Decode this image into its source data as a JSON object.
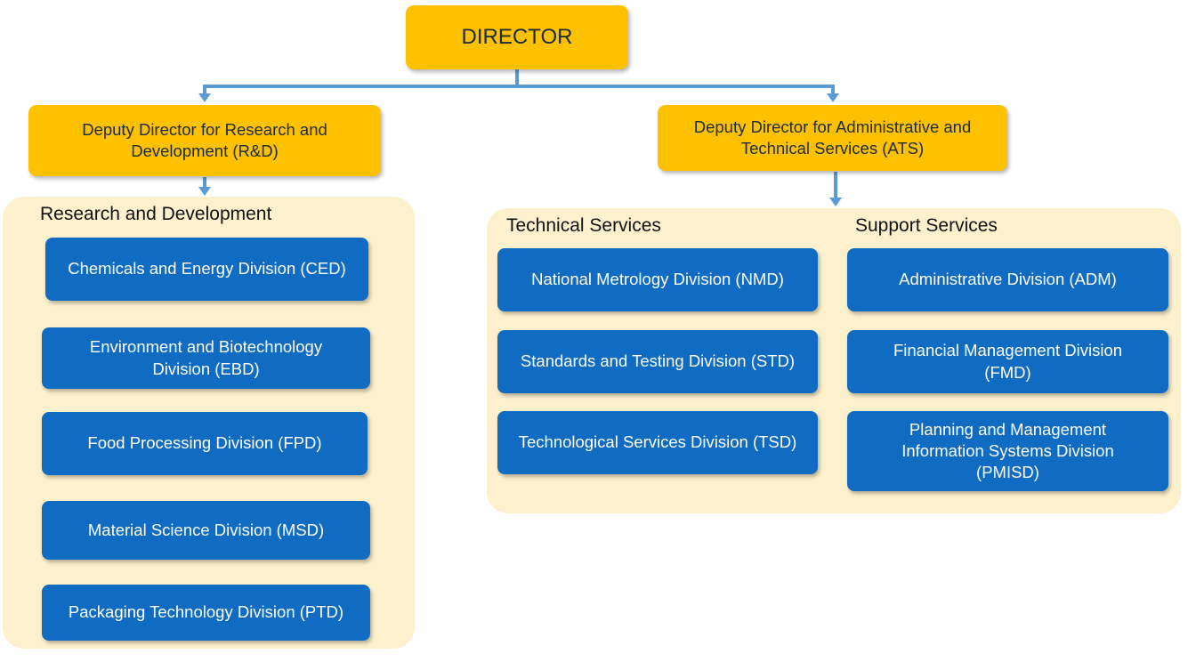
{
  "director": "DIRECTOR",
  "deputy_rd": "Deputy Director for Research and Development (R&D)",
  "deputy_ats": "Deputy Director for Administrative and Technical Services (ATS)",
  "rd_group": {
    "title": "Research and Development",
    "divisions": [
      "Chemicals and Energy Division (CED)",
      "Environment and Biotechnology Division (EBD)",
      "Food Processing Division (FPD)",
      "Material Science Division (MSD)",
      "Packaging Technology Division (PTD)"
    ]
  },
  "technical_services": {
    "title": "Technical Services",
    "divisions": [
      "National Metrology Division (NMD)",
      "Standards and Testing Division (STD)",
      "Technological Services Division (TSD)"
    ]
  },
  "support_services": {
    "title": "Support Services",
    "divisions": [
      "Administrative Division (ADM)",
      "Financial Management Division (FMD)",
      "Planning and Management Information Systems Division (PMISD)"
    ]
  },
  "colors": {
    "gold": "#fdc100",
    "blue": "#0f6cc2",
    "group_bg": "#fdf1cd",
    "connector": "#5b9bd5"
  }
}
